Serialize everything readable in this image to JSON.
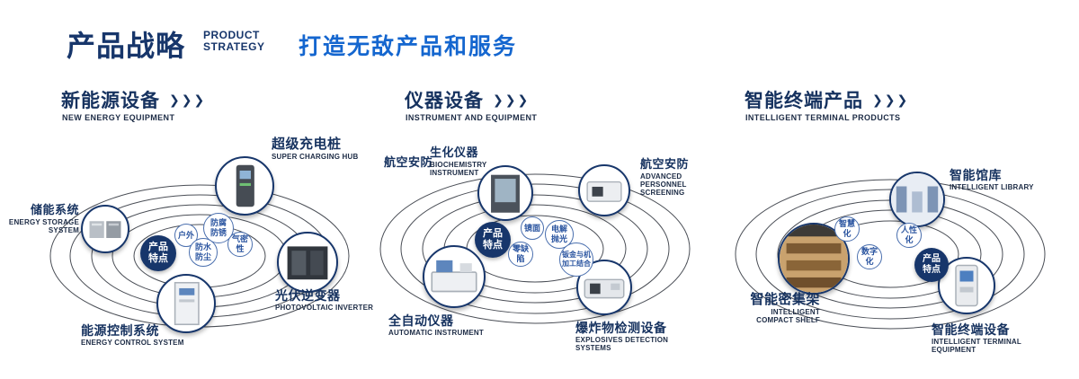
{
  "header": {
    "title_cn": "产品战略",
    "title_en_line1": "PRODUCT",
    "title_en_line2": "STRATEGY",
    "slogan": "打造无敌产品和服务"
  },
  "icons": {
    "triple_chevron": "❯❯❯"
  },
  "colors": {
    "navy": "#17366b",
    "blue": "#1466cf",
    "bubble_border": "#4a6fae",
    "bubble_text": "#2b55a0",
    "orbit_line": "#4a4e56"
  },
  "sections": [
    {
      "title": "新能源设备",
      "subtitle": "NEW ENERGY EQUIPMENT",
      "center_label": "产品特点",
      "products": [
        {
          "name": "储能系统",
          "en": "ENERGY STORAGE SYSTEM"
        },
        {
          "name": "超级充电桩",
          "en": "SUPER CHARGING HUB"
        },
        {
          "name": "光伏逆变器",
          "en": "PHOTOVOLTAIC INVERTER"
        },
        {
          "name": "能源控制系统",
          "en": "ENERGY CONTROL SYSTEM"
        }
      ],
      "features": [
        "户外",
        "防腐防锈",
        "气密性",
        "防水防尘"
      ]
    },
    {
      "title": "仪器设备",
      "subtitle": "INSTRUMENT AND EQUIPMENT",
      "center_label": "产品特点",
      "products": [
        {
          "name": "航空安防",
          "en": ""
        },
        {
          "name": "生化仪器",
          "en": "BIOCHEMISTRY INSTRUMENT"
        },
        {
          "name": "航空安防",
          "en": "ADVANCED PERSONNEL SCREENING"
        },
        {
          "name": "全自动仪器",
          "en": "AUTOMATIC INSTRUMENT"
        },
        {
          "name": "爆炸物检测设备",
          "en": "EXPLOSIVES DETECTION SYSTEMS"
        }
      ],
      "features": [
        "镜面",
        "电解抛光",
        "零缺陷",
        "钣金与机加工结合"
      ]
    },
    {
      "title": "智能终端产品",
      "subtitle": "INTELLIGENT TERMINAL PRODUCTS",
      "center_label": "产品特点",
      "products": [
        {
          "name": "智能馆库",
          "en": "INTELLIGENT LIBRARY"
        },
        {
          "name": "智能密集架",
          "en": "INTELLIGENT COMPACT SHELF"
        },
        {
          "name": "智能终端设备",
          "en": "INTELLIGENT TERMINAL EQUIPMENT"
        }
      ],
      "features": [
        "智慧化",
        "人性化",
        "数字化"
      ]
    }
  ]
}
